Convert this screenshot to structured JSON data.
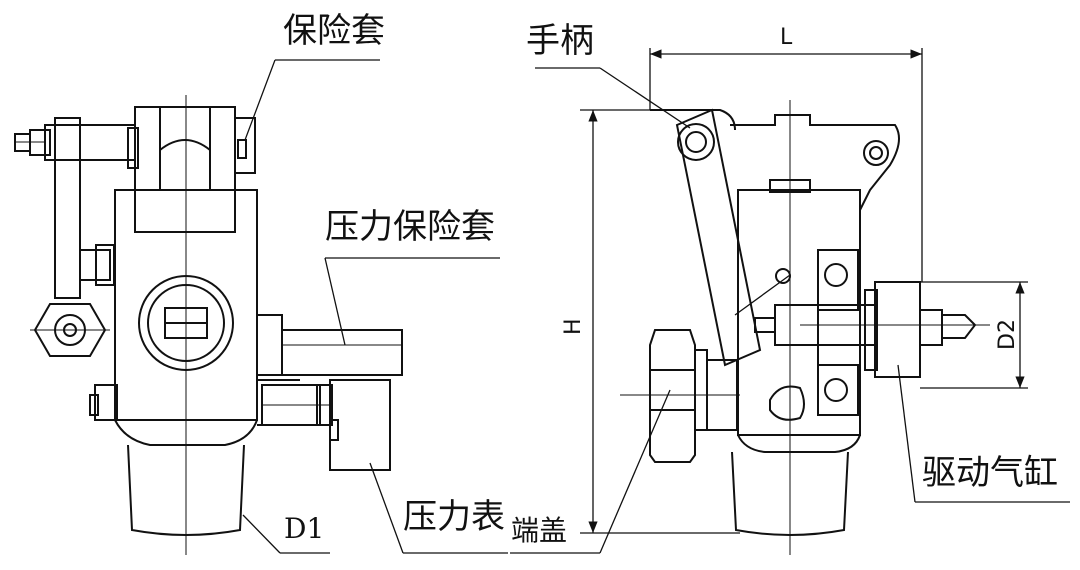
{
  "diagram": {
    "labels": {
      "protective_sleeve": "保险套",
      "handle": "手柄",
      "pressure_protective_sleeve": "压力保险套",
      "pressure_gauge": "压力表",
      "end_cap": "端盖",
      "drive_cylinder": "驱动气缸",
      "d1": "D1"
    },
    "dimensions": {
      "length": "L",
      "height": "H",
      "d2": "D2"
    }
  },
  "colors": {
    "line": "#111111",
    "background": "#ffffff"
  }
}
